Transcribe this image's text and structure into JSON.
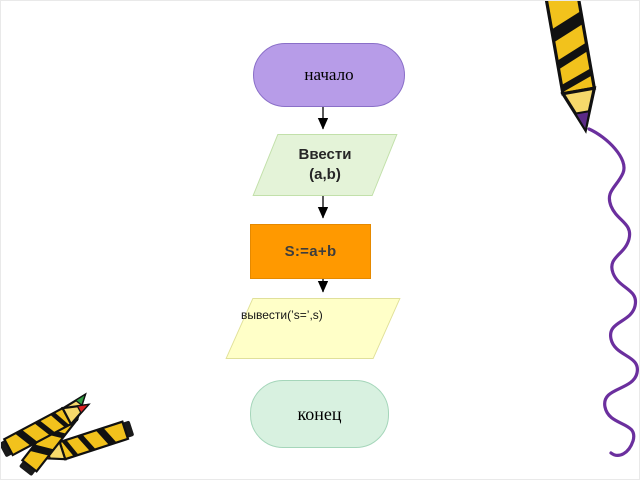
{
  "flowchart": {
    "start": {
      "label": "начало"
    },
    "input": {
      "line1": "Ввести",
      "line2": "(a,b)"
    },
    "process": {
      "label": "S:=a+b"
    },
    "output": {
      "label": "вывести(’s=’,s)"
    },
    "end": {
      "label": "конец"
    }
  },
  "colors": {
    "start_fill": "#b79ce8",
    "input_fill": "#e4f3d8",
    "process_fill": "#ff9900",
    "output_fill": "#ffffc8",
    "end_fill": "#d8f1e0",
    "arrow": "#000000",
    "squiggle": "#6b2f9e",
    "pencil_body": "#f2c21c",
    "pencil_tip": "#5b2a86",
    "crayon_tip_red": "#df2020",
    "crayon_tip_green": "#2f9e3f"
  }
}
